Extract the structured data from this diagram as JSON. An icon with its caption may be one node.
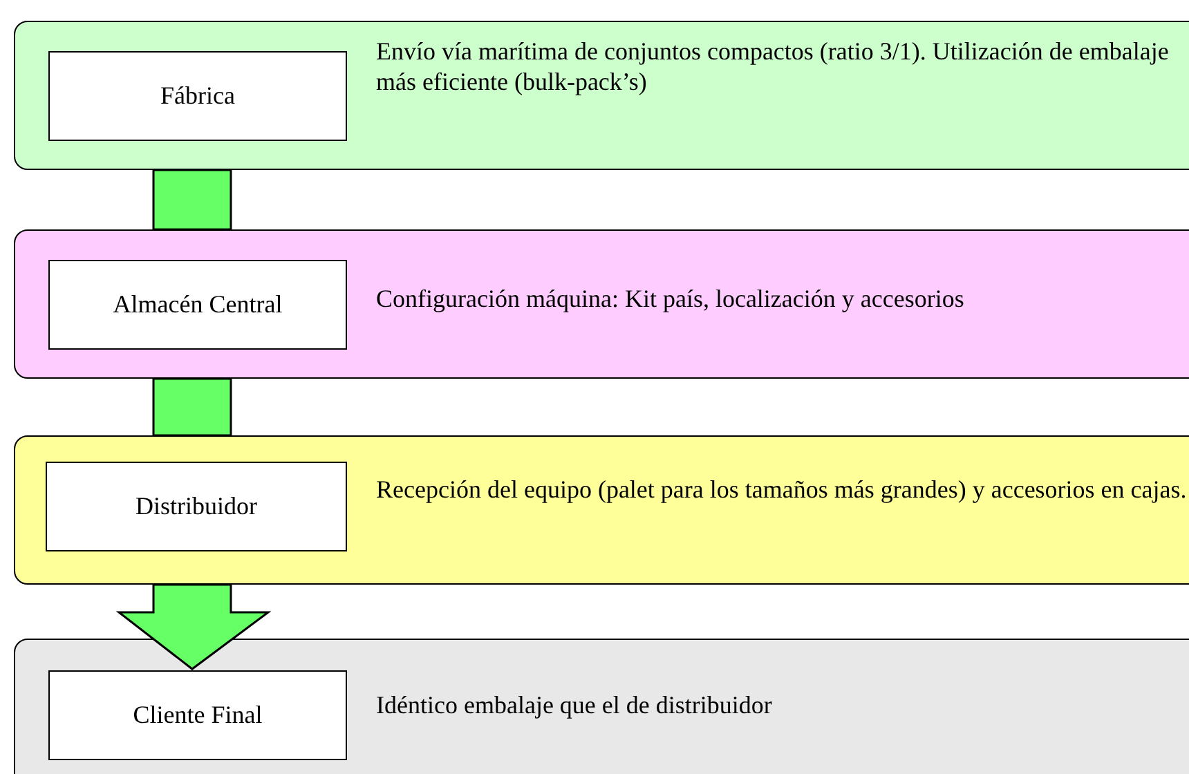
{
  "diagram": {
    "nodes": [
      {
        "text": [
          "Envío vía marítima de conjuntos compactos (ratio 3/1). Utilización de embalaje más eficiente (bulk-pack’s)"
        ]
      },
      {
        "text": [
          "Fábrica"
        ],
        "in": 0
      },
      {
        "text": [
          "Configuración máquina: Kit país, localización y accesorios"
        ]
      },
      {
        "text": [
          "Almacén Central"
        ],
        "in": 2
      },
      {
        "text": [
          "Recepción del equipo (palet para los tamaños más grandes) y accesorios en cajas."
        ]
      },
      {
        "text": [
          "Distribuidor"
        ],
        "in": 4
      },
      {
        "text": [
          "Idéntico embalaje que el de distribuidor"
        ]
      },
      {
        "text": [
          "Cliente Final"
        ],
        "in": 6
      }
    ],
    "edges": [
      {
        "from": 0,
        "to": 2,
        "arrow": "none"
      },
      {
        "from": 2,
        "to": 4,
        "arrow": "none"
      },
      {
        "from": 4,
        "to": 7,
        "arrow": "to"
      }
    ]
  }
}
